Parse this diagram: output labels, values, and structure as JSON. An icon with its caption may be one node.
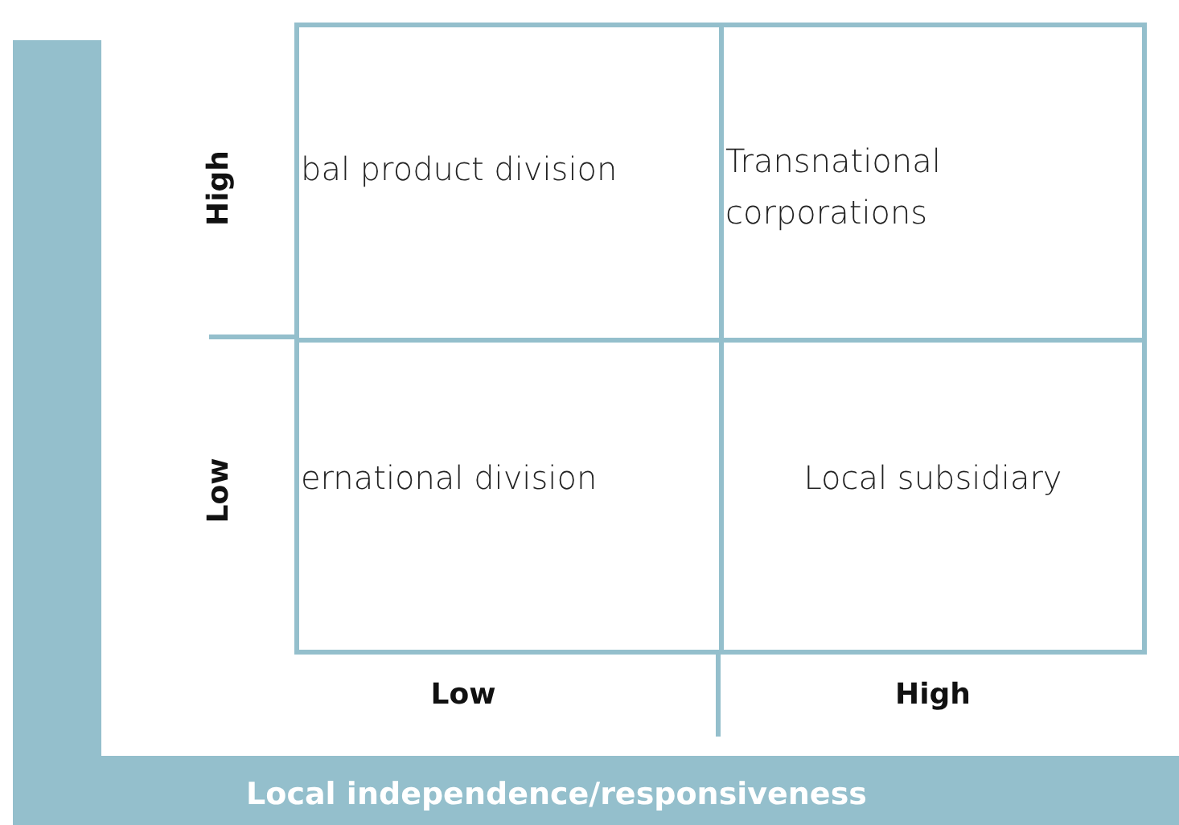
{
  "diagram": {
    "nodes": [
      {
        "text": [
          "bal product division"
        ]
      },
      {
        "text": [
          "Transnational corporations"
        ]
      },
      {
        "text": [
          "ernational division"
        ]
      },
      {
        "text": [
          "Local subsidiary"
        ]
      }
    ],
    "labels": [
      "High",
      "Low",
      "Low",
      "High",
      "Local independence/responsiveness"
    ]
  }
}
